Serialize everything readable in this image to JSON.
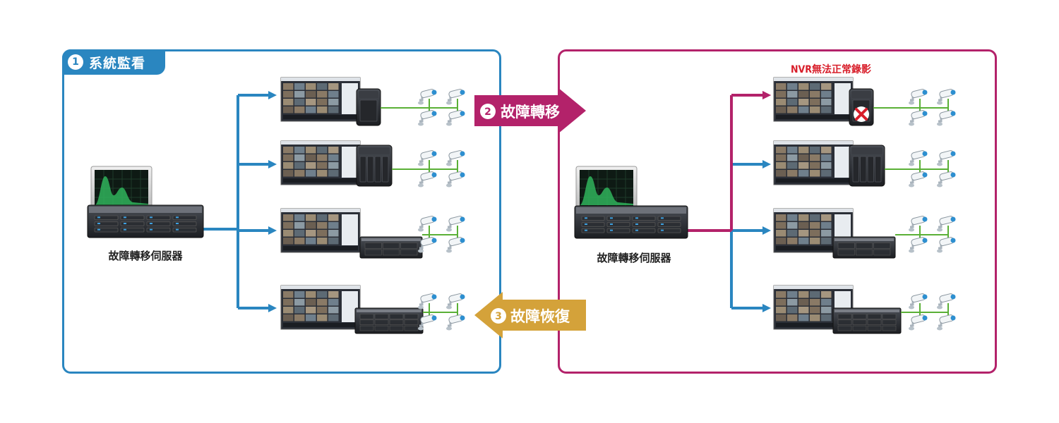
{
  "colors": {
    "blue": "#2a86c0",
    "magenta": "#b3226a",
    "gold": "#d4a23a",
    "green": "#5ab036",
    "red": "#d81e2a"
  },
  "panel_monitoring": {
    "step_number": "1",
    "title": "系統監看",
    "server_label": "故障轉移伺服器"
  },
  "panel_failover": {
    "server_label": "故障轉移伺服器",
    "warning": "NVR無法正常錄影"
  },
  "arrow_failover": {
    "step_number": "2",
    "label": "故障轉移"
  },
  "arrow_recovery": {
    "step_number": "3",
    "label": "故障恢復"
  },
  "icons": [
    "monitor-icon",
    "rack-server-icon",
    "nas-icon",
    "nvr-unit-icon",
    "camera-icon",
    "error-x-icon"
  ]
}
